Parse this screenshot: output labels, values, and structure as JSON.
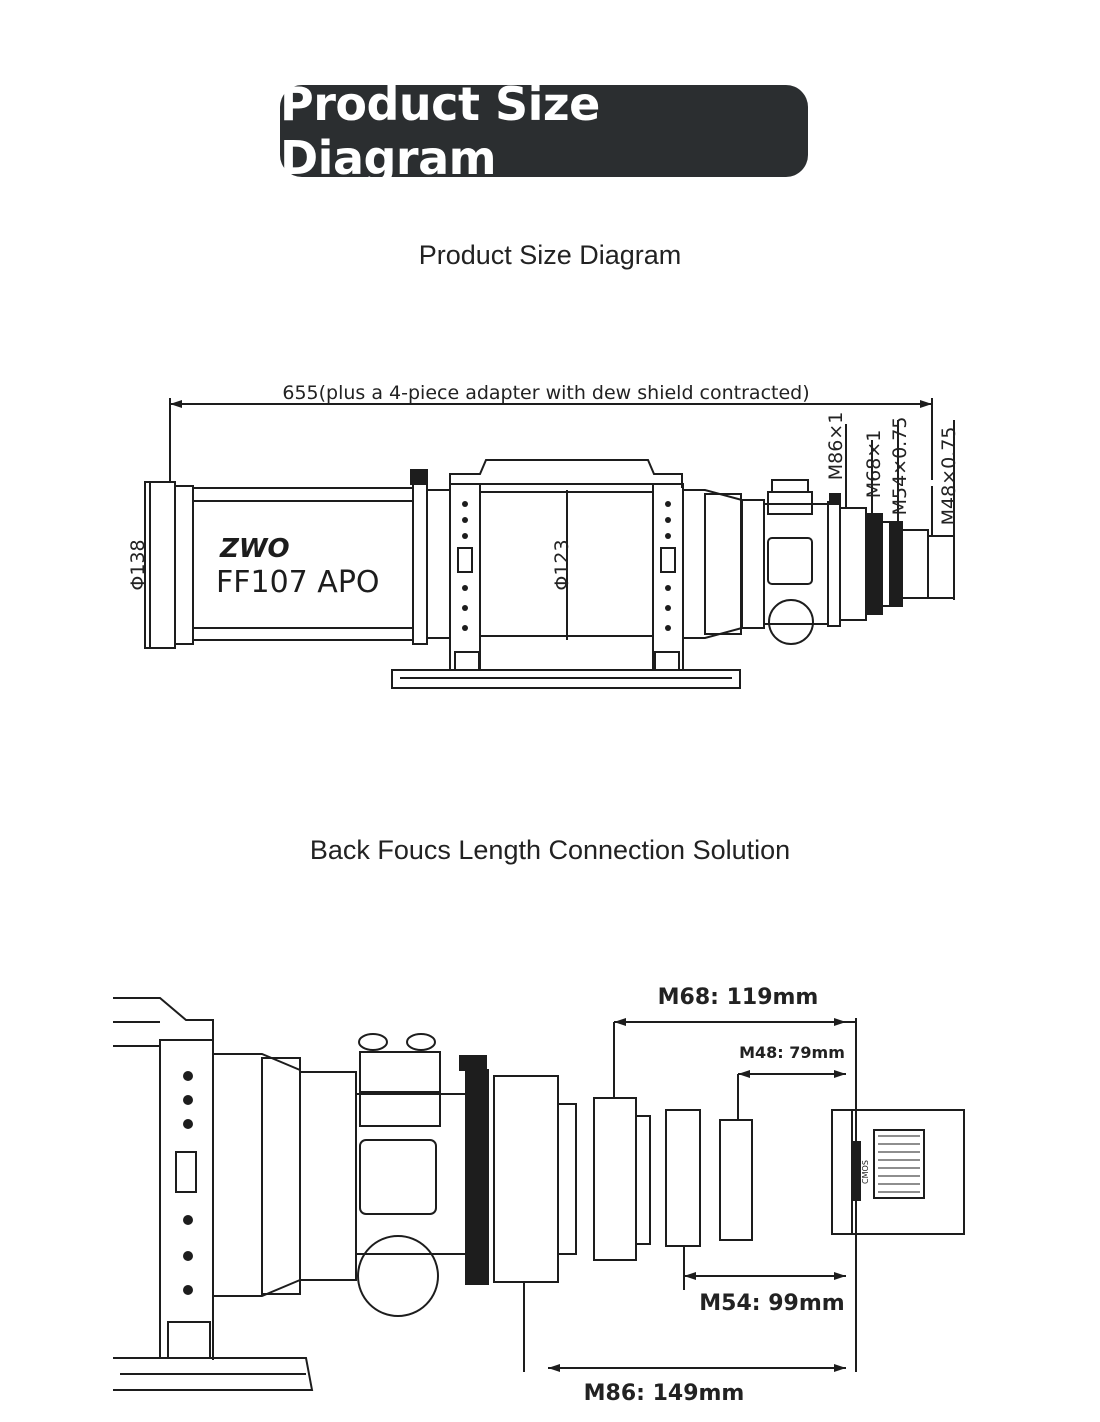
{
  "header": {
    "title": "Product Size Diagram"
  },
  "section1": {
    "heading": "Product Size Diagram",
    "length_label": "655(plus a 4-piece adapter with dew shield contracted)",
    "dia_front": "Φ138",
    "dia_tube": "Φ123",
    "threads": [
      "M86×1",
      "M68×1",
      "M54×0.75",
      "M48×0.75"
    ],
    "brand": "ZWO",
    "model": "FF107 APO"
  },
  "section2": {
    "heading": "Back Foucs Length Connection Solution",
    "m68": "M68: 119mm",
    "m48": "M48: 79mm",
    "m54": "M54: 99mm",
    "m86": "M86: 149mm",
    "sensor_label": "CMOS"
  }
}
